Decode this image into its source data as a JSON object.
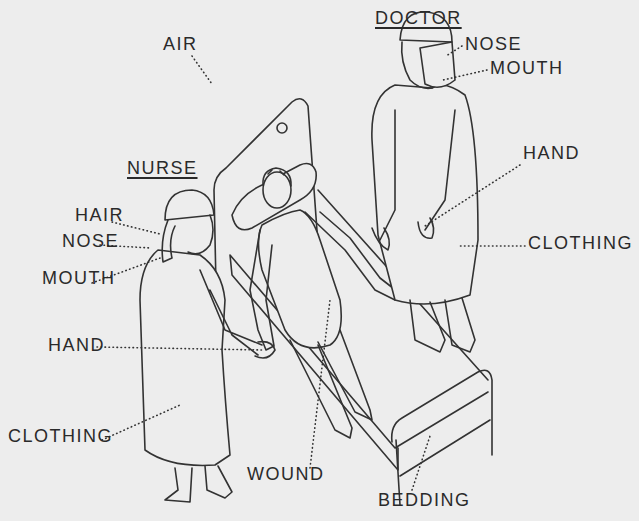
{
  "diagram": {
    "labels": [
      "AIR",
      "DOCTOR",
      "NOSE",
      "MOUTH",
      "NURSE",
      "HAND",
      "HAIR",
      "NOSE",
      "CLOTHING",
      "MOUTH",
      "HAND",
      "CLOTHING",
      "WOUND",
      "BEDDING"
    ]
  }
}
